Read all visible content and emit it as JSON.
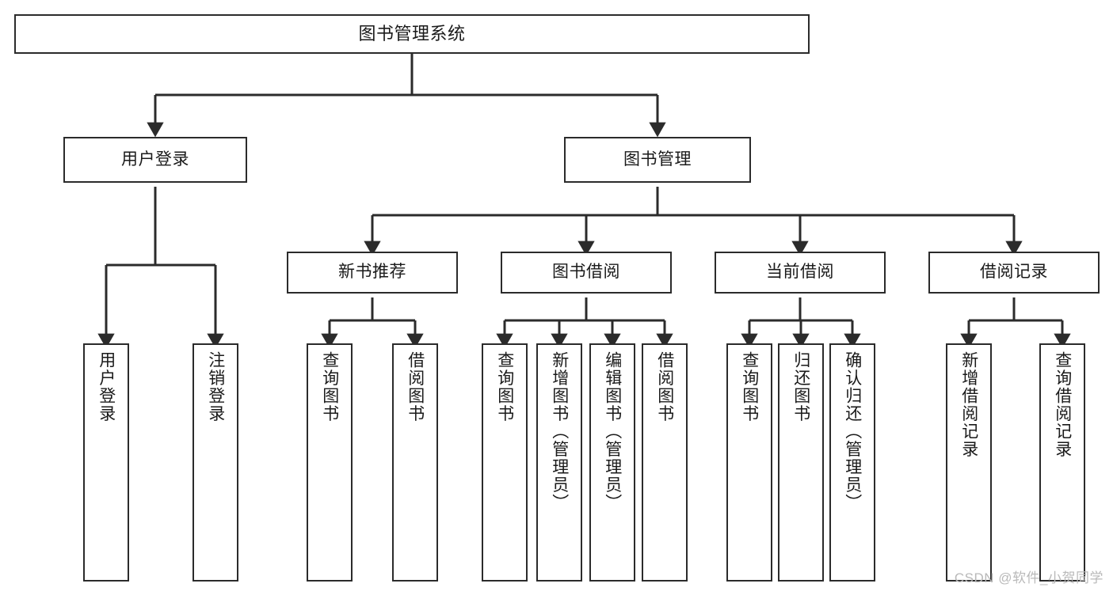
{
  "diagram": {
    "title": "图书管理系统",
    "type": "tree",
    "watermark": "CSDN @软件_小贺同学",
    "colors": {
      "node_border": "#2b2b2b",
      "node_fill": "#ffffff",
      "edge": "#2b2b2b",
      "text": "#1a1a1a",
      "watermark": "#b9b9b9",
      "background": "#ffffff"
    },
    "nodes": {
      "root": {
        "label": "图书管理系统"
      },
      "level2": [
        {
          "id": "user-login",
          "label": "用户登录"
        },
        {
          "id": "book-manage",
          "label": "图书管理"
        }
      ],
      "level3": [
        {
          "id": "new-book-recommend",
          "label": "新书推荐"
        },
        {
          "id": "book-borrow",
          "label": "图书借阅"
        },
        {
          "id": "current-borrow",
          "label": "当前借阅"
        },
        {
          "id": "borrow-record",
          "label": "借阅记录"
        }
      ],
      "leaves": {
        "user-login": [
          {
            "id": "leaf-user-login",
            "label": "用户登录"
          },
          {
            "id": "leaf-logout-login",
            "label": "注销登录"
          }
        ],
        "new-book-recommend": [
          {
            "id": "leaf-query-book-1",
            "label": "查询图书"
          },
          {
            "id": "leaf-borrow-book-1",
            "label": "借阅图书"
          }
        ],
        "book-borrow": [
          {
            "id": "leaf-query-book-2",
            "label": "查询图书"
          },
          {
            "id": "leaf-add-book",
            "label": "新增图书（管理员）"
          },
          {
            "id": "leaf-edit-book",
            "label": "编辑图书（管理员）"
          },
          {
            "id": "leaf-borrow-book-2",
            "label": "借阅图书"
          }
        ],
        "current-borrow": [
          {
            "id": "leaf-query-book-3",
            "label": "查询图书"
          },
          {
            "id": "leaf-return-book",
            "label": "归还图书"
          },
          {
            "id": "leaf-confirm-return",
            "label": "确认归还（管理员）"
          }
        ],
        "borrow-record": [
          {
            "id": "leaf-add-record",
            "label": "新增借阅记录"
          },
          {
            "id": "leaf-query-record",
            "label": "查询借阅记录"
          }
        ]
      }
    }
  }
}
